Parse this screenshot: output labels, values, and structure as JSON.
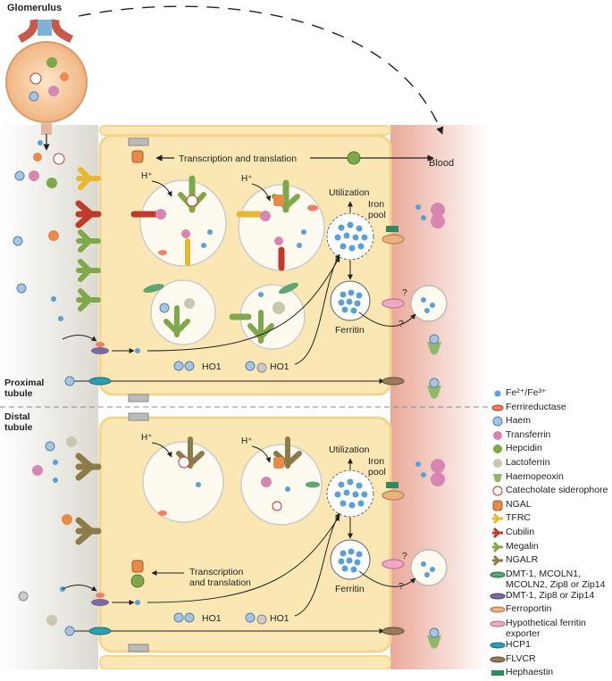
{
  "labels": {
    "glomerulus": "Glomerulus",
    "blood": "Blood",
    "proximal_tubule": "Proximal\ntubule",
    "distal_tubule": "Distal\ntubule",
    "transcription_translation": "Transcription and translation",
    "transcription_translation_split": "Transcription\nand translation",
    "utilization": "Utilization",
    "iron_pool": "Iron\npool",
    "ferritin": "Ferritin",
    "ho1": "HO1",
    "h_plus": "H⁺",
    "question": "?"
  },
  "legend": [
    {
      "icon": "iron-dot",
      "label": "Fe²⁺/Fe³⁺"
    },
    {
      "icon": "ferrireductase",
      "label": "Ferrireductase"
    },
    {
      "icon": "haem",
      "label": "Haem"
    },
    {
      "icon": "transferrin",
      "label": "Transferrin"
    },
    {
      "icon": "hepcidin",
      "label": "Hepcidin"
    },
    {
      "icon": "lactoferrin",
      "label": "Lactoferrin"
    },
    {
      "icon": "haemopexin",
      "label": "Haemopeoxin"
    },
    {
      "icon": "catecholate-siderophore",
      "label": "Catecholate siderophore"
    },
    {
      "icon": "ngal",
      "label": "NGAL"
    },
    {
      "icon": "tfrc",
      "label": "TFRC"
    },
    {
      "icon": "cubilin",
      "label": "Cubilin"
    },
    {
      "icon": "megalin",
      "label": "Megalin"
    },
    {
      "icon": "ngalr",
      "label": "NGALR"
    },
    {
      "icon": "dmt1-teal",
      "label": "DMT-1, MCOLN1, MCOLN2, Zip8 or Zip14"
    },
    {
      "icon": "dmt1-purple",
      "label": "DMT-1, Zip8 or Zip14"
    },
    {
      "icon": "ferroportin",
      "label": "Ferroportin"
    },
    {
      "icon": "ferritin-exporter",
      "label": "Hypothetical ferritin exporter"
    },
    {
      "icon": "hcp1",
      "label": "HCP1"
    },
    {
      "icon": "flvcr",
      "label": "FLVCR"
    },
    {
      "icon": "hephaestin",
      "label": "Hephaestin"
    }
  ],
  "colors": {
    "cell": "#fbe7b4",
    "cell_border": "#f3d592",
    "lumen": "#e6e4dc",
    "blood": "#f4c9bc",
    "iron": "#5aa0d6",
    "green_receptor": "#7fa84a",
    "red_receptor": "#c0392b",
    "yellow_receptor": "#e8b830",
    "olive_receptor": "#8c7a48"
  }
}
